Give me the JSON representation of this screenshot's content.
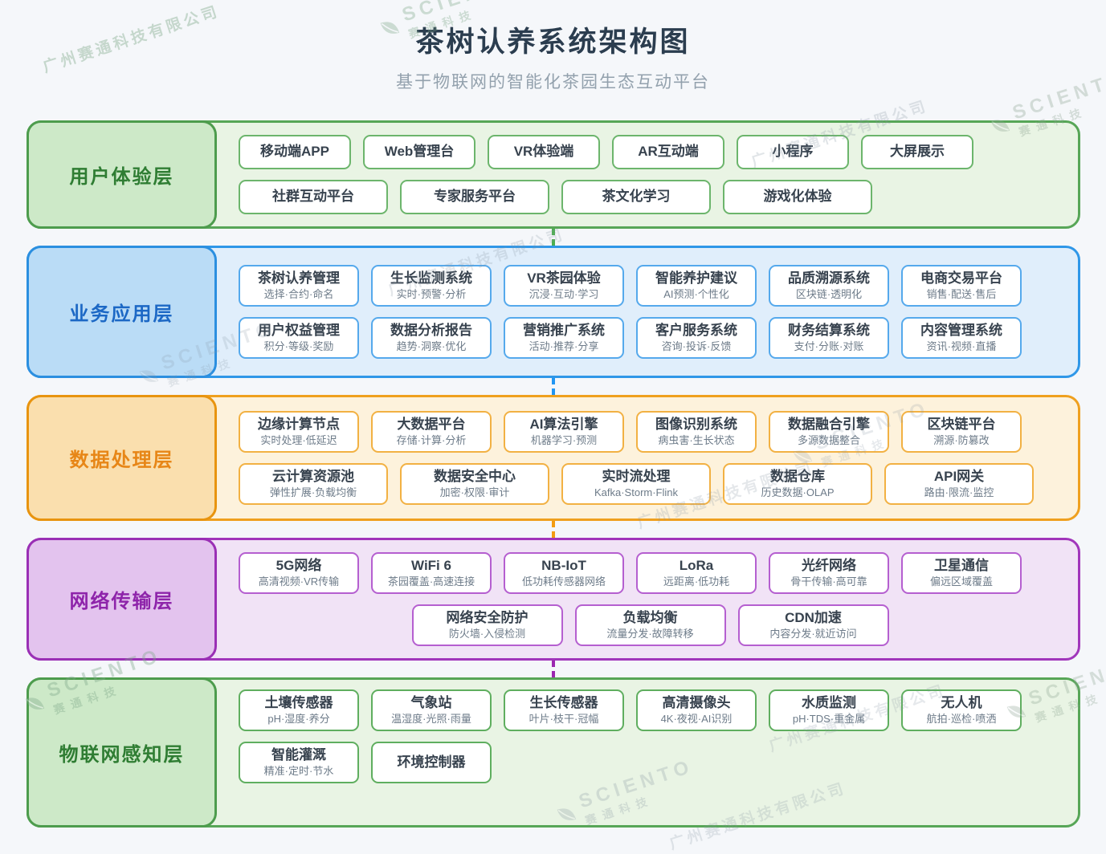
{
  "header": {
    "title": "茶树认养系统架构图",
    "subtitle": "基于物联网的智能化茶园生态互动平台"
  },
  "watermark": {
    "company": "广州赛通科技有限公司",
    "brand_en": "SCIENTO",
    "brand_cn": "赛通科技"
  },
  "layers": [
    {
      "id": "user-experience",
      "label": "用户体验层",
      "colors": {
        "border": "#57a657",
        "bg": "#e9f4e4",
        "label_bg": "#cde9c8",
        "label_border": "#4d9c4d",
        "label_text": "#2f7d33",
        "item_border": "#6cb56c",
        "connector": "#4caf50"
      },
      "rows": [
        [
          {
            "title": "移动端APP"
          },
          {
            "title": "Web管理台"
          },
          {
            "title": "VR体验端"
          },
          {
            "title": "AR互动端"
          },
          {
            "title": "小程序"
          },
          {
            "title": "大屏展示"
          }
        ],
        [
          {
            "title": "社群互动平台"
          },
          {
            "title": "专家服务平台"
          },
          {
            "title": "茶文化学习"
          },
          {
            "title": "游戏化体验"
          }
        ]
      ]
    },
    {
      "id": "business-application",
      "label": "业务应用层",
      "colors": {
        "border": "#2f97e8",
        "bg": "#e0eefb",
        "label_bg": "#badcf6",
        "label_border": "#2b8fe0",
        "label_text": "#1c68c5",
        "item_border": "#55a9ec",
        "connector": "#2196f3"
      },
      "rows": [
        [
          {
            "title": "茶树认养管理",
            "sub": "选择·合约·命名"
          },
          {
            "title": "生长监测系统",
            "sub": "实时·预警·分析"
          },
          {
            "title": "VR茶园体验",
            "sub": "沉浸·互动·学习"
          },
          {
            "title": "智能养护建议",
            "sub": "AI预测·个性化"
          },
          {
            "title": "品质溯源系统",
            "sub": "区块链·透明化"
          },
          {
            "title": "电商交易平台",
            "sub": "销售·配送·售后"
          }
        ],
        [
          {
            "title": "用户权益管理",
            "sub": "积分·等级·奖励"
          },
          {
            "title": "数据分析报告",
            "sub": "趋势·洞察·优化"
          },
          {
            "title": "营销推广系统",
            "sub": "活动·推荐·分享"
          },
          {
            "title": "客户服务系统",
            "sub": "咨询·投诉·反馈"
          },
          {
            "title": "财务结算系统",
            "sub": "支付·分账·对账"
          },
          {
            "title": "内容管理系统",
            "sub": "资讯·视频·直播"
          }
        ]
      ]
    },
    {
      "id": "data-processing",
      "label": "数据处理层",
      "colors": {
        "border": "#efa01f",
        "bg": "#fdf2dc",
        "label_bg": "#fadfae",
        "label_border": "#e8940f",
        "label_text": "#e78617",
        "item_border": "#f2b143",
        "connector": "#f39c12"
      },
      "rows": [
        [
          {
            "title": "边缘计算节点",
            "sub": "实时处理·低延迟"
          },
          {
            "title": "大数据平台",
            "sub": "存储·计算·分析"
          },
          {
            "title": "AI算法引擎",
            "sub": "机器学习·预测"
          },
          {
            "title": "图像识别系统",
            "sub": "病虫害·生长状态"
          },
          {
            "title": "数据融合引擎",
            "sub": "多源数据整合"
          },
          {
            "title": "区块链平台",
            "sub": "溯源·防篡改"
          }
        ],
        [
          {
            "title": "云计算资源池",
            "sub": "弹性扩展·负载均衡"
          },
          {
            "title": "数据安全中心",
            "sub": "加密·权限·审计"
          },
          {
            "title": "实时流处理",
            "sub": "Kafka·Storm·Flink"
          },
          {
            "title": "数据仓库",
            "sub": "历史数据·OLAP"
          },
          {
            "title": "API网关",
            "sub": "路由·限流·监控"
          }
        ]
      ]
    },
    {
      "id": "network-transmission",
      "label": "网络传输层",
      "colors": {
        "border": "#a136bb",
        "bg": "#f1e3f6",
        "label_bg": "#e3c3ee",
        "label_border": "#9a2fb5",
        "label_text": "#8e24aa",
        "item_border": "#b55fd0",
        "connector": "#9c27b0"
      },
      "rows": [
        [
          {
            "title": "5G网络",
            "sub": "高清视频·VR传输"
          },
          {
            "title": "WiFi 6",
            "sub": "茶园覆盖·高速连接"
          },
          {
            "title": "NB-IoT",
            "sub": "低功耗传感器网络"
          },
          {
            "title": "LoRa",
            "sub": "远距离·低功耗"
          },
          {
            "title": "光纤网络",
            "sub": "骨干传输·高可靠"
          },
          {
            "title": "卫星通信",
            "sub": "偏远区域覆盖"
          }
        ],
        [
          {
            "title": "网络安全防护",
            "sub": "防火墙·入侵检测"
          },
          {
            "title": "负载均衡",
            "sub": "流量分发·故障转移"
          },
          {
            "title": "CDN加速",
            "sub": "内容分发·就近访问"
          }
        ]
      ]
    },
    {
      "id": "iot-perception",
      "label": "物联网感知层",
      "colors": {
        "border": "#57a657",
        "bg": "#e9f4e4",
        "label_bg": "#cde9c8",
        "label_border": "#4d9c4d",
        "label_text": "#2f7d33",
        "item_border": "#5fae5f",
        "connector": ""
      },
      "rows": [
        [
          {
            "title": "土壤传感器",
            "sub": "pH·湿度·养分"
          },
          {
            "title": "气象站",
            "sub": "温湿度·光照·雨量"
          },
          {
            "title": "生长传感器",
            "sub": "叶片·枝干·冠幅"
          },
          {
            "title": "高清摄像头",
            "sub": "4K·夜视·AI识别"
          },
          {
            "title": "水质监测",
            "sub": "pH·TDS·重金属"
          },
          {
            "title": "无人机",
            "sub": "航拍·巡检·喷洒"
          }
        ],
        [
          {
            "title": "智能灌溉",
            "sub": "精准·定时·节水"
          },
          {
            "title": "环境控制器"
          }
        ]
      ]
    }
  ]
}
